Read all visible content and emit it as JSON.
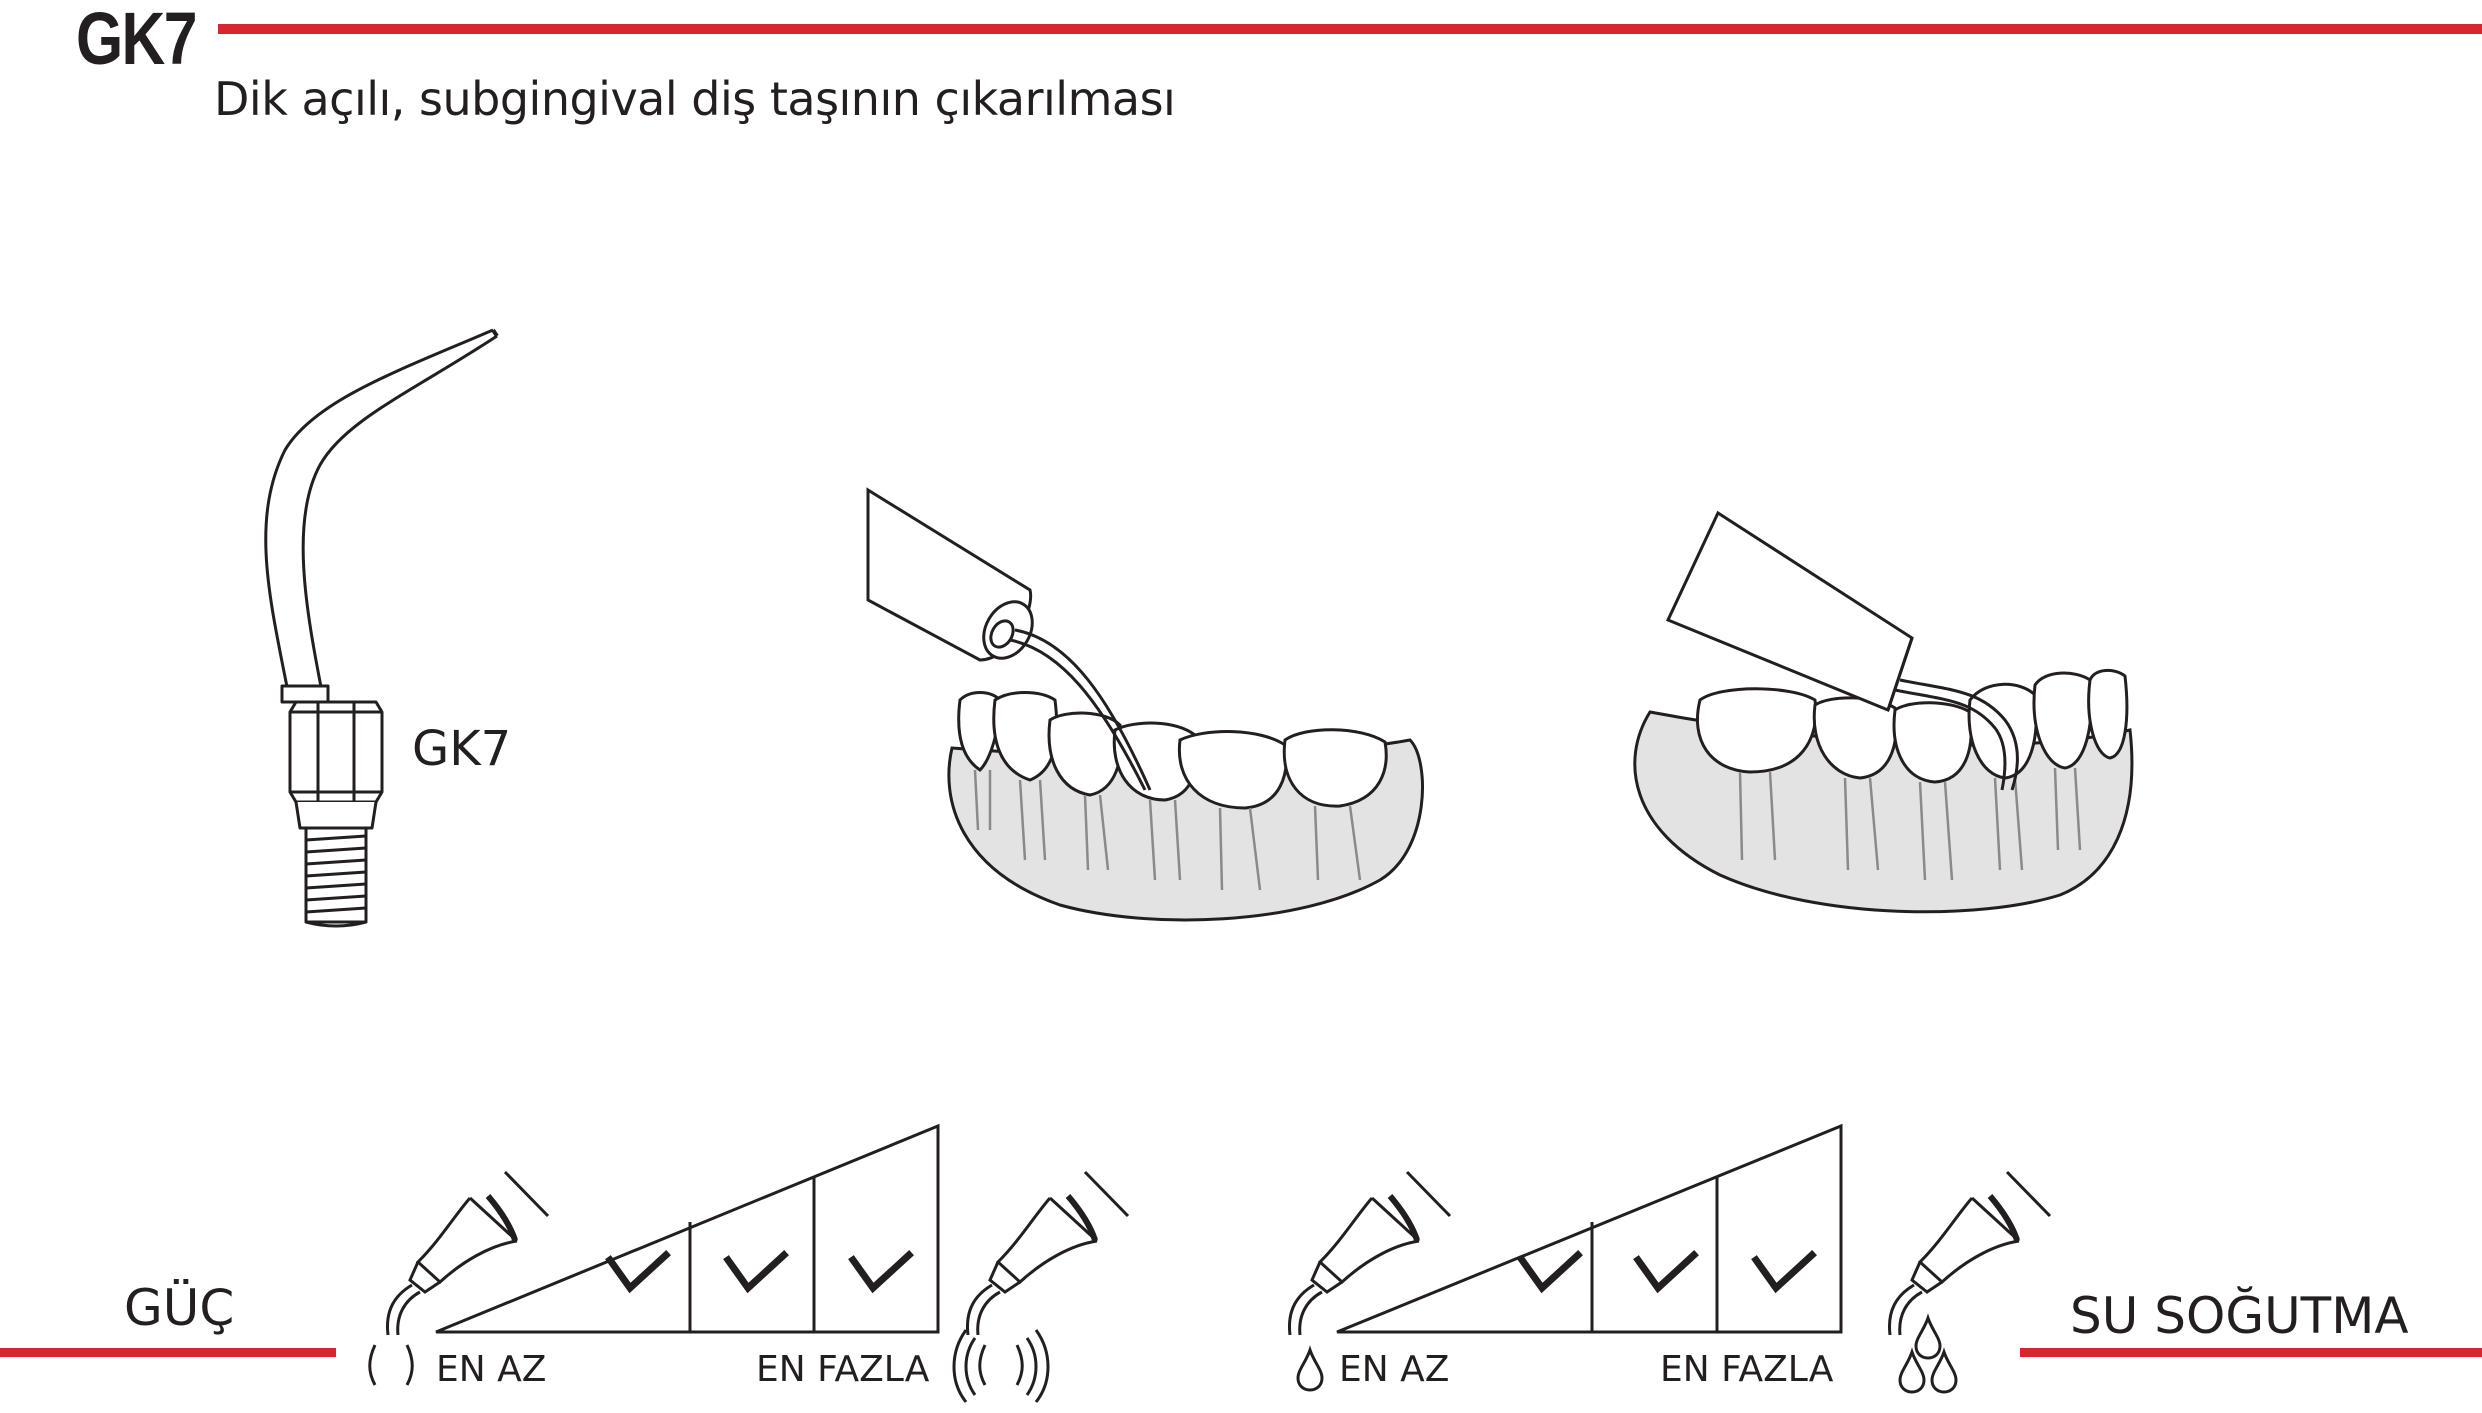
{
  "header": {
    "title": "GK7",
    "subtitle": "Dik açılı, subgingival diş taşının çıkarılması"
  },
  "tip": {
    "label": "GK7"
  },
  "power": {
    "title": "GÜÇ",
    "min_label": "EN AZ",
    "max_label": "EN FAZLA",
    "levels_checked": 3
  },
  "water": {
    "title": "SU SOĞUTMA",
    "min_label": "EN AZ",
    "max_label": "EN FAZLA",
    "levels_checked": 3
  },
  "colors": {
    "accent": "#d7262e",
    "ink": "#231f20",
    "gum": "#e3e3e3",
    "tooth": "#ffffff"
  }
}
